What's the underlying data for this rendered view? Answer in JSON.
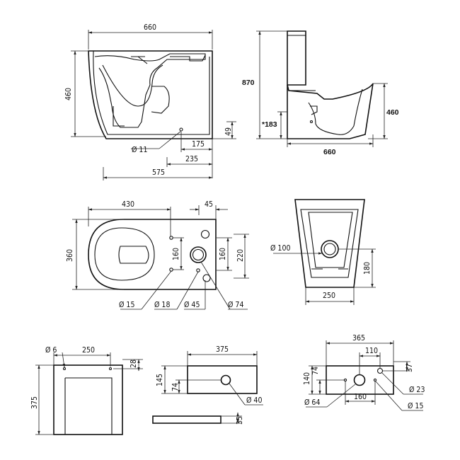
{
  "side_section": {
    "width": "660",
    "height": "460",
    "outlet_diameter": "Ø 11",
    "d175": "175",
    "d235": "235",
    "d575": "575",
    "d49": "49"
  },
  "side_elevation": {
    "height": "870",
    "height_right": "460",
    "inlet_height": "*183",
    "width": "660"
  },
  "plan": {
    "d430": "430",
    "d45": "45",
    "d360": "360",
    "d160a": "160",
    "d160b": "160",
    "d220": "220",
    "holes": [
      "Ø 15",
      "Ø 18",
      "Ø 45",
      "Ø 74"
    ]
  },
  "front": {
    "outlet": "Ø 100",
    "width": "250",
    "height": "180"
  },
  "cistern_front": {
    "hole": "Ø 6",
    "width": "250",
    "height": "375",
    "top": "28"
  },
  "cistern_top": {
    "width": "375",
    "h145": "145",
    "h74": "74",
    "hole": "Ø 40",
    "lid": "35"
  },
  "cistern_base": {
    "width": "365",
    "d110": "110",
    "h140": "140",
    "h74": "74",
    "d37": "37",
    "d160": "160",
    "holes": [
      "Ø 23",
      "Ø 64",
      "Ø 15"
    ]
  }
}
